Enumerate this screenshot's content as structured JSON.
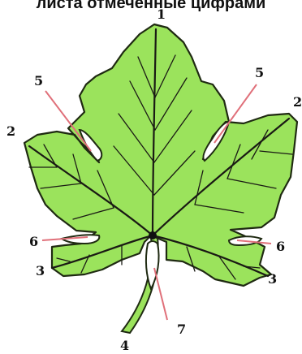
{
  "caption": "листа отмеченные цифрами",
  "labels": {
    "l1": "1",
    "l2_left": "2",
    "l2_right": "2",
    "l3_left": "3",
    "l3_right": "3",
    "l4": "4",
    "l5_left": "5",
    "l5_right": "5",
    "l6_left": "6",
    "l6_right": "6",
    "l7": "7"
  },
  "colors": {
    "leaf_fill": "#9be35c",
    "leaf_outline": "#1f2a12",
    "veins": "#1a1a14",
    "pointer": "#e0707a"
  }
}
